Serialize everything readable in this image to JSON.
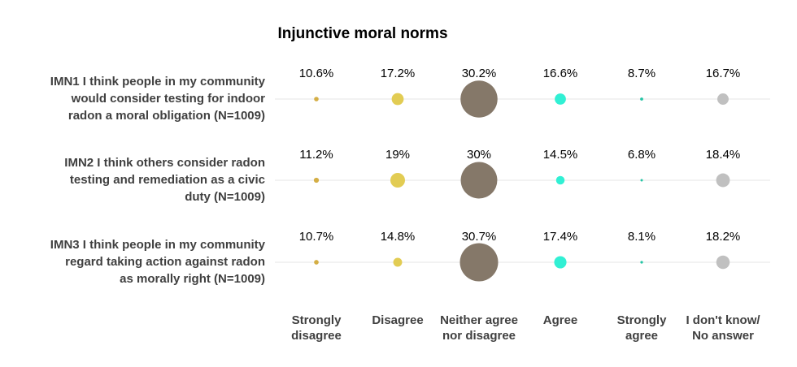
{
  "chart_data": {
    "type": "scatter",
    "title": "Injunctive moral norms",
    "categories": [
      [
        "Strongly",
        "disagree"
      ],
      [
        "Disagree"
      ],
      [
        "Neither agree",
        "nor disagree"
      ],
      [
        "Agree"
      ],
      [
        "Strongly",
        "agree"
      ],
      [
        "I don't know/",
        "No answer"
      ]
    ],
    "colors": [
      "#d4ae45",
      "#e2cc53",
      "#857869",
      "#31f0d4",
      "#24c4a4",
      "#c0c0c0"
    ],
    "series": [
      {
        "name_lines": [
          "IMN1 I think people in my community",
          "would consider testing for indoor",
          "radon a moral obligation (N=1009)"
        ],
        "values": [
          10.6,
          17.2,
          30.2,
          16.6,
          8.7,
          16.7
        ],
        "labels": [
          "10.6%",
          "17.2%",
          "30.2%",
          "16.6%",
          "8.7%",
          "16.7%"
        ]
      },
      {
        "name_lines": [
          "IMN2 I think others consider radon",
          "testing and remediation as a civic",
          "duty (N=1009)"
        ],
        "values": [
          11.2,
          19,
          30,
          14.5,
          6.8,
          18.4
        ],
        "labels": [
          "11.2%",
          "19%",
          "30%",
          "14.5%",
          "6.8%",
          "18.4%"
        ]
      },
      {
        "name_lines": [
          "IMN3 I think people in my community",
          "regard taking action against radon",
          "as morally right (N=1009)"
        ],
        "values": [
          10.7,
          14.8,
          30.7,
          17.4,
          8.1,
          18.2
        ],
        "labels": [
          "10.7%",
          "14.8%",
          "30.7%",
          "17.4%",
          "8.1%",
          "18.2%"
        ]
      }
    ],
    "grid": true,
    "legend": "none"
  }
}
